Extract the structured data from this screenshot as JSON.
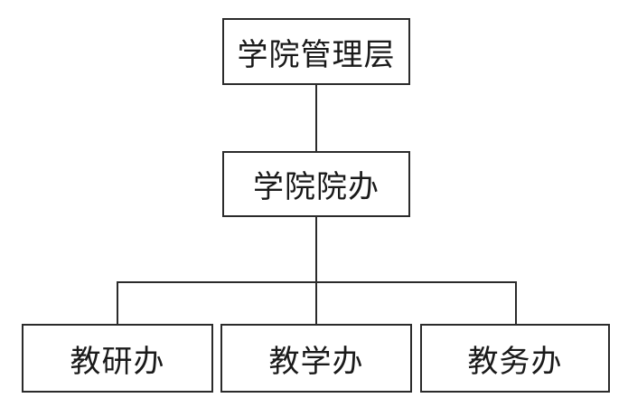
{
  "diagram": {
    "type": "org-chart",
    "background_color": "#ffffff",
    "line_color": "#2b2b2b",
    "text_color": "#1a1a1a",
    "nodes": [
      {
        "id": "management",
        "label": "学院管理层",
        "level": 0
      },
      {
        "id": "office",
        "label": "学院院办",
        "level": 1
      },
      {
        "id": "research",
        "label": "教研办",
        "level": 2
      },
      {
        "id": "teaching",
        "label": "教学办",
        "level": 2
      },
      {
        "id": "affairs",
        "label": "教务办",
        "level": 2
      }
    ],
    "edges": [
      {
        "from": "management",
        "to": "office"
      },
      {
        "from": "office",
        "to": "research"
      },
      {
        "from": "office",
        "to": "teaching"
      },
      {
        "from": "office",
        "to": "affairs"
      }
    ]
  }
}
